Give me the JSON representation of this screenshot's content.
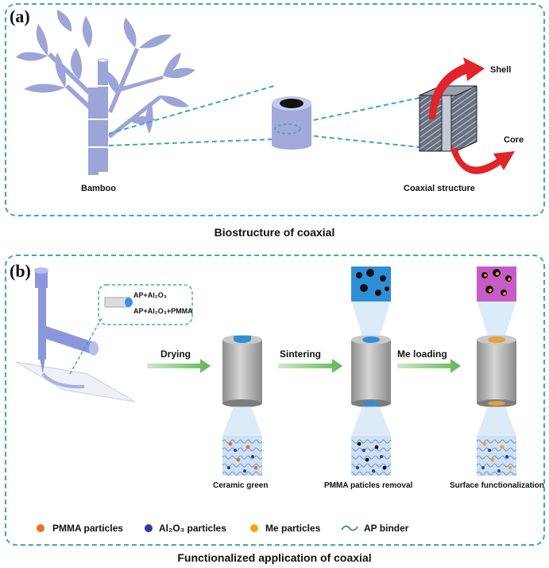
{
  "panel_a": {
    "label": "(a)",
    "bamboo_label": "Bamboo",
    "coaxial_label": "Coaxial structure",
    "shell_label": "Shell",
    "core_label": "Core",
    "caption": "Biostructure of coaxial"
  },
  "panel_b": {
    "label": "(b)",
    "nozzle_outer": "AP+Al₂O₃",
    "nozzle_inner": "AP+Al₂O₃+PMMA",
    "steps": [
      "Drying",
      "Sintering",
      "Me loading"
    ],
    "stage_labels": [
      "Ceramic green",
      "PMMA paticles removal",
      "Surface functionalization"
    ],
    "legend": [
      {
        "text": "PMMA  particles",
        "icon": "orange-dot",
        "color": "#e8702a"
      },
      {
        "text": "Al₂O₃  particles",
        "icon": "blue-dot",
        "color": "#2a3aa8"
      },
      {
        "text": "Me  particles",
        "icon": "yellow-orange-dot",
        "color": "#f2a51c"
      },
      {
        "text": "AP  binder",
        "icon": "wave-line",
        "color": "#2a6fb0"
      }
    ],
    "caption": "Functionalized application of coaxial"
  },
  "colors": {
    "panel_border": "#3aa6c8",
    "bamboo": "#9da4d8",
    "arrow_red": "#e0242a",
    "arrow_green": "#74c06a",
    "cylinder_gray": "#a9a9a9",
    "core_blue": "#2f8fd6",
    "magenta": "#c85cc6"
  }
}
